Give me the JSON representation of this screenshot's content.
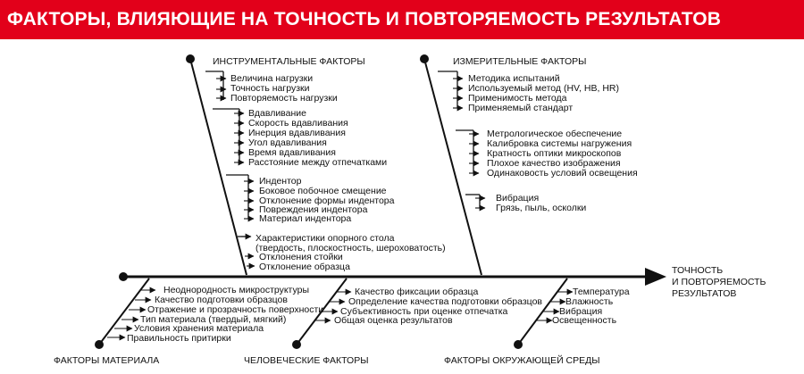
{
  "title": "ФАКТОРЫ, ВЛИЯЮЩИЕ НА ТОЧНОСТЬ И ПОВТОРЯЕМОСТЬ РЕЗУЛЬТАТОВ",
  "result": {
    "line1": "ТОЧНОСТЬ",
    "line2": "И ПОВТОРЯЕМОСТЬ",
    "line3": "РЕЗУЛЬТАТОВ"
  },
  "categories": {
    "instrumental": "ИНСТРУМЕНТАЛЬНЫЕ ФАКТОРЫ",
    "measurement": "ИЗМЕРИТЕЛЬНЫЕ ФАКТОРЫ",
    "material": "ФАКТОРЫ МАТЕРИАЛА",
    "human": "ЧЕЛОВЕЧЕСКИЕ ФАКТОРЫ",
    "environment": "ФАКТОРЫ ОКРУЖАЮЩЕЙ СРЕДЫ"
  },
  "instrumental_groups": [
    [
      "Величина нагрузки",
      "Точность нагрузки",
      "Повторяемость нагрузки"
    ],
    [
      "Вдавливание",
      "Скорость вдавливания",
      "Инерция вдавливания",
      "Угол вдавливания",
      "Время вдавливания",
      "Расстояние между отпечатками"
    ],
    [
      "Индентор",
      "Боковое побочное смещение",
      "Отклонение формы индентора",
      "Повреждения индентора",
      "Материал индентора"
    ],
    [
      "Характеристики опорного стола",
      "(твердость, плоскостность, шероховатость)",
      "Отклонения стойки",
      "Отклонение образца"
    ]
  ],
  "measurement_groups": [
    [
      "Методика испытаний",
      "Используемый метод (HV, HB, HR)",
      "Применимость метода",
      "Применяемый стандарт"
    ],
    [
      "Метрологическое обеспечение",
      "Калибровка системы нагружения",
      "Кратность оптики микроскопов",
      "Плохое качество изображения",
      "Одинаковость условий освещения"
    ],
    [
      "Вибрация",
      "Грязь, пыль, осколки"
    ]
  ],
  "material_items": [
    "Неоднородность микроструктуры",
    "Качество подготовки образцов",
    "Отражение и прозрачность поверхности",
    "Тип материала (твердый, мягкий)",
    "Условия хранения материала",
    "Правильность притирки"
  ],
  "human_items": [
    "Качество фиксации образца",
    "Определение качества подготовки образцов",
    "Субъективность при оценке отпечатка",
    "Общая оценка результатов"
  ],
  "environment_items": [
    "Температура",
    "Влажность",
    "Вибрация",
    "Освещенность"
  ],
  "colors": {
    "banner": "#e2001a",
    "banner_text": "#ffffff",
    "line": "#111111"
  }
}
